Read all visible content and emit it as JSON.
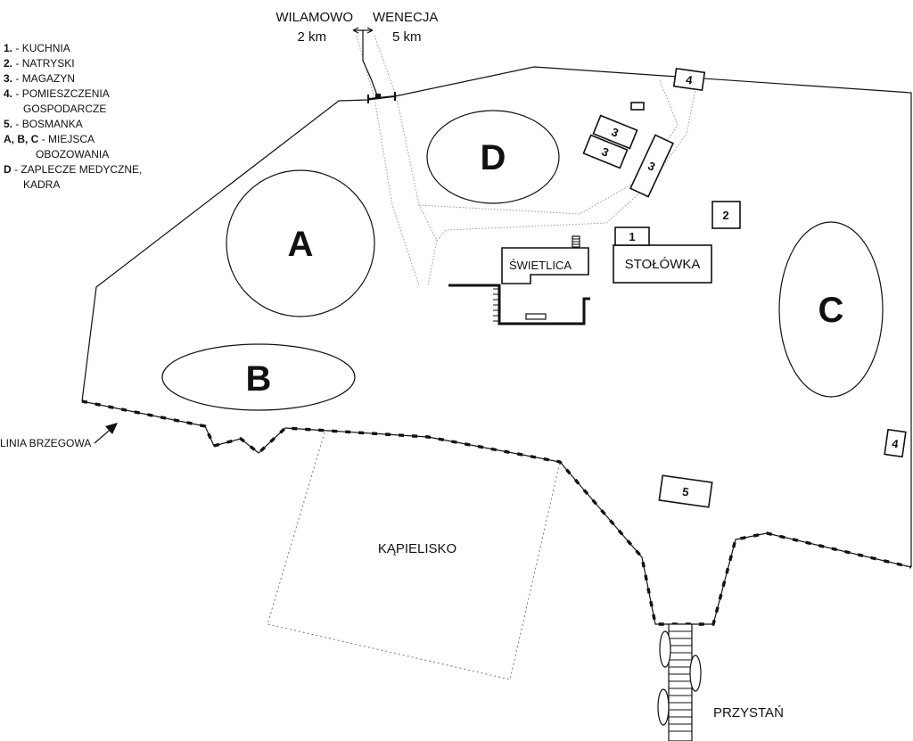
{
  "legend": [
    {
      "key": "1.",
      "text": "- KUCHNIA",
      "cont": ""
    },
    {
      "key": "2.",
      "text": "- NATRYSKI",
      "cont": ""
    },
    {
      "key": "3.",
      "text": "- MAGAZYN",
      "cont": ""
    },
    {
      "key": "4.",
      "text": "- POMIESZCZENIA",
      "cont": "GOSPODARCZE"
    },
    {
      "key": "5.",
      "text": "- BOSMANKA",
      "cont": ""
    },
    {
      "key": "A, B, C",
      "text": "- MIEJSCA",
      "cont": "OBOZOWANIA"
    },
    {
      "key": "D",
      "text": "- ZAPLECZE MEDYCZNE,",
      "cont": "KADRA"
    }
  ],
  "directions": {
    "left_place": "WILAMOWO",
    "left_dist": "2 km",
    "right_place": "WENECJA",
    "right_dist": "5 km"
  },
  "zones": {
    "a": "A",
    "b": "B",
    "c": "C",
    "d": "D"
  },
  "buildings": {
    "swietlica": "ŚWIETLICA",
    "stolowka": "STOŁÓWKA",
    "kitchen": "1",
    "showers": "2",
    "storage": "3",
    "utility": "4",
    "boathouse": "5"
  },
  "places": {
    "swimming": "KĄPIELISKO",
    "pier": "PRZYSTAŃ",
    "shoreline": "LINIA BRZEGOWA"
  }
}
